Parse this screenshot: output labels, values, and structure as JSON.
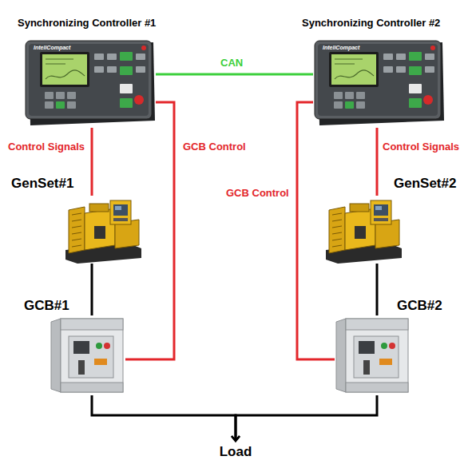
{
  "diagram": {
    "nodes": [
      {
        "text": [
          "Synchronizing Controller #1",
          "InteliCompact"
        ]
      },
      {
        "text": [
          "Synchronizing Controller #2",
          "InteliCompact"
        ]
      },
      {
        "text": [
          "GenSet#1"
        ]
      },
      {
        "text": [
          "GenSet#2"
        ]
      },
      {
        "text": [
          "GCB#1"
        ]
      },
      {
        "text": [
          "GCB#2"
        ]
      },
      {
        "text": [
          "Load"
        ]
      }
    ],
    "edges": [
      {
        "from": 0,
        "to": 1,
        "arrow": "none",
        "label": "CAN"
      },
      {
        "from": 0,
        "to": 2,
        "arrow": "none",
        "label": "Control Signals"
      },
      {
        "from": 0,
        "to": 4,
        "arrow": "none",
        "label": "GCB Control"
      },
      {
        "from": 1,
        "to": 3,
        "arrow": "none",
        "label": "Control Signals"
      },
      {
        "from": 1,
        "to": 5,
        "arrow": "none",
        "label": "GCB Control"
      },
      {
        "from": 2,
        "to": 4,
        "arrow": "none"
      },
      {
        "from": 3,
        "to": 5,
        "arrow": "none"
      },
      {
        "from": 4,
        "to": 6,
        "arrow": "to"
      },
      {
        "from": 5,
        "to": 6,
        "arrow": "to"
      }
    ]
  }
}
